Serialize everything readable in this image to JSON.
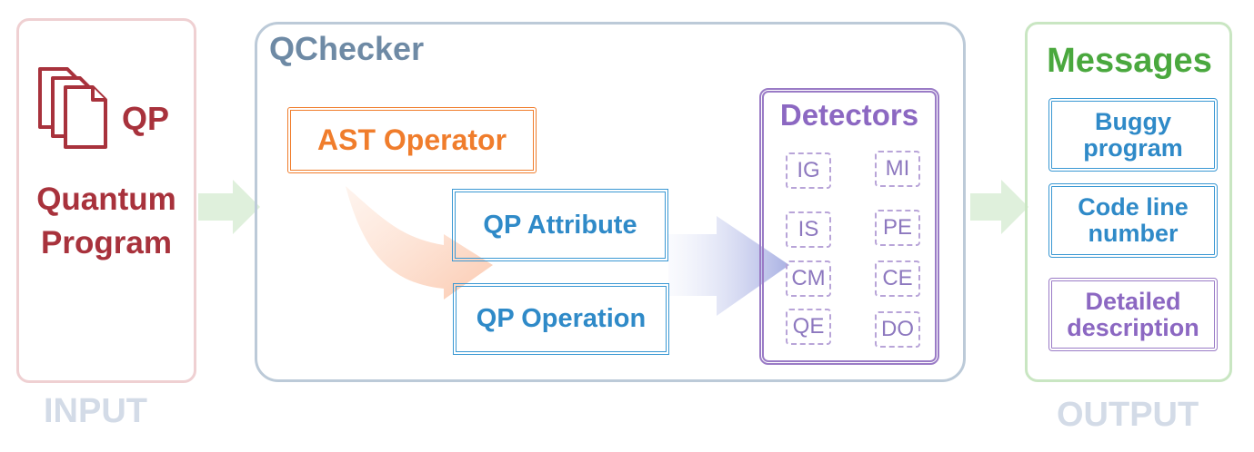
{
  "input": {
    "qp_label": "QP",
    "program_line1": "Quantum",
    "program_line2": "Program",
    "caption": "INPUT"
  },
  "qchecker": {
    "title": "QChecker",
    "ast_operator": "AST Operator",
    "qp_attribute": "QP Attribute",
    "qp_operation": "QP Operation"
  },
  "detectors": {
    "title": "Detectors",
    "items": [
      "IG",
      "MI",
      "IS",
      "PE",
      "CM",
      "CE",
      "QE",
      "DO"
    ]
  },
  "output": {
    "title": "Messages",
    "buggy_line1": "Buggy",
    "buggy_line2": "program",
    "code_line1": "Code line",
    "code_line2": "number",
    "detail_line1": "Detailed",
    "detail_line2": "description",
    "caption": "OUTPUT"
  },
  "colors": {
    "input_accent": "#a8323c",
    "qchecker_accent": "#6e8aa5",
    "ast_accent": "#f07d2c",
    "attribute_accent": "#2f8ac8",
    "detector_accent": "#8c68c2",
    "output_accent": "#4aa83e",
    "caption": "#d3dbe7"
  }
}
